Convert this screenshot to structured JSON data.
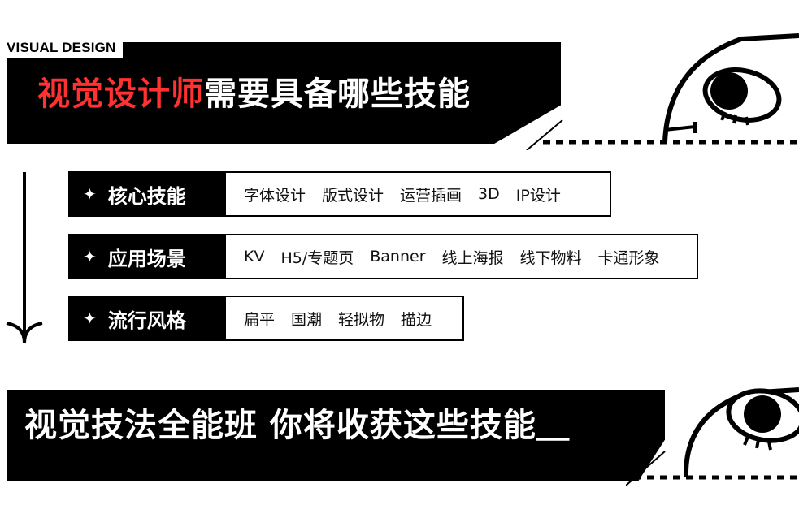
{
  "tag": "VISUAL DESIGN",
  "title_highlight": "视觉设计师",
  "title_rest": "需要具备哪些技能",
  "rows": [
    {
      "label": "核心技能",
      "items": [
        "字体设计",
        "版式设计",
        "运营插画",
        "3D",
        "IP设计"
      ]
    },
    {
      "label": "应用场景",
      "items": [
        "KV",
        "H5/专题页",
        "Banner",
        "线上海报",
        "线下物料",
        "卡通形象"
      ]
    },
    {
      "label": "流行风格",
      "items": [
        "扁平",
        "国潮",
        "轻拟物",
        "描边"
      ]
    }
  ],
  "bottom_title": "视觉技法全能班 你将收获这些技能＿",
  "icons": {
    "bullet": "star-bullet-icon",
    "arrow": "down-arrow-icon",
    "mascot": "eye-mascot-icon"
  },
  "colors": {
    "accent": "#ff3131",
    "background": "#ffffff",
    "banner": "#000000"
  }
}
